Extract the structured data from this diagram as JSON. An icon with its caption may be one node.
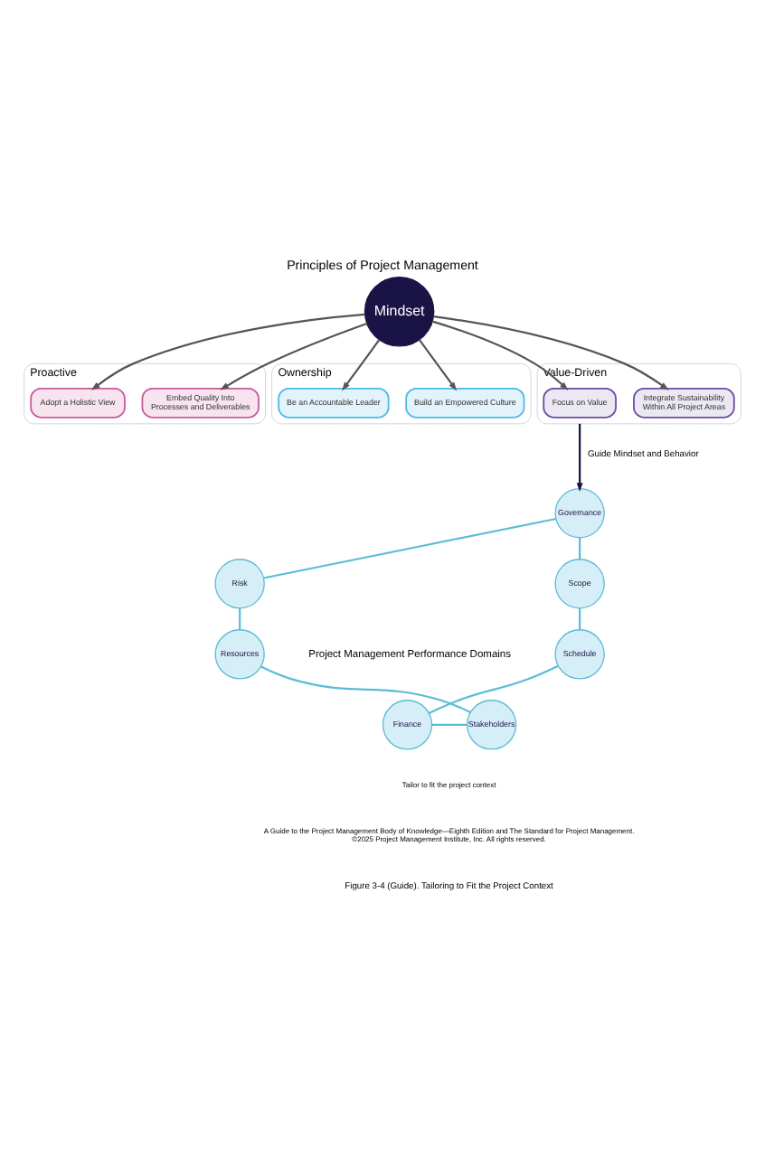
{
  "diagram": {
    "title": "Principles of Project Management",
    "caption": "Figure 3-4 (Guide). Tailoring to Fit the Project Context",
    "nodes": [
      {
        "text": [
          "Proactive"
        ]
      },
      {
        "text": [
          "Adopt a Holistic View"
        ],
        "in": 0
      },
      {
        "text": [
          "Embed Quality Into Processes and Deliverables"
        ],
        "in": 0
      },
      {
        "text": [
          "Ownership"
        ]
      },
      {
        "text": [
          "Be an Accountable Leader"
        ],
        "in": 3
      },
      {
        "text": [
          "Build an Empowered Culture"
        ],
        "in": 3
      },
      {
        "text": [
          "Value-Driven"
        ]
      },
      {
        "text": [
          "Focus on Value"
        ],
        "in": 6
      },
      {
        "text": [
          "Integrate Sustainability Within All Project Areas"
        ],
        "in": 6
      },
      {
        "text": [
          "Mindset"
        ]
      },
      {
        "text": [
          "Governance"
        ]
      },
      {
        "text": [
          "Scope"
        ]
      },
      {
        "text": [
          "Schedule"
        ]
      },
      {
        "text": [
          "Finance"
        ]
      },
      {
        "text": [
          "Stakeholders"
        ]
      },
      {
        "text": [
          "Resources"
        ]
      },
      {
        "text": [
          "Risk"
        ]
      }
    ],
    "edges": [
      {
        "from": 9,
        "to": 1,
        "arrow": "to",
        "color": "#555555"
      },
      {
        "from": 9,
        "to": 2,
        "arrow": "to",
        "color": "#555555"
      },
      {
        "from": 9,
        "to": 4,
        "arrow": "to",
        "color": "#555555"
      },
      {
        "from": 9,
        "to": 5,
        "arrow": "to",
        "color": "#555555"
      },
      {
        "from": 9,
        "to": 7,
        "arrow": "to",
        "color": "#555555"
      },
      {
        "from": 9,
        "to": 8,
        "arrow": "to",
        "color": "#555555"
      },
      {
        "from": 6,
        "to": 10,
        "arrow": "to",
        "label": "Guide Mindset and Behavior",
        "color": "#1a1446"
      },
      {
        "from": 10,
        "to": 11,
        "arrow": "none",
        "color": "#5bbcd6"
      },
      {
        "from": 11,
        "to": 12,
        "arrow": "none",
        "color": "#5bbcd6"
      },
      {
        "from": 12,
        "to": 13,
        "arrow": "none",
        "color": "#5bbcd6"
      },
      {
        "from": 13,
        "to": 14,
        "arrow": "none",
        "color": "#5bbcd6"
      },
      {
        "from": 14,
        "to": 15,
        "arrow": "none",
        "color": "#5bbcd6"
      },
      {
        "from": 15,
        "to": 16,
        "arrow": "none",
        "color": "#5bbcd6"
      },
      {
        "from": 16,
        "to": 10,
        "arrow": "none",
        "color": "#5bbcd6"
      }
    ],
    "labels": [
      "Project Management Performance Domains",
      "Tailor to fit the project context",
      "A Guide to the Project Management Body of Knowledge—Eighth Edition and The Standard for Project Management. ©2025 Project Management Institute, Inc. All rights reserved."
    ]
  }
}
